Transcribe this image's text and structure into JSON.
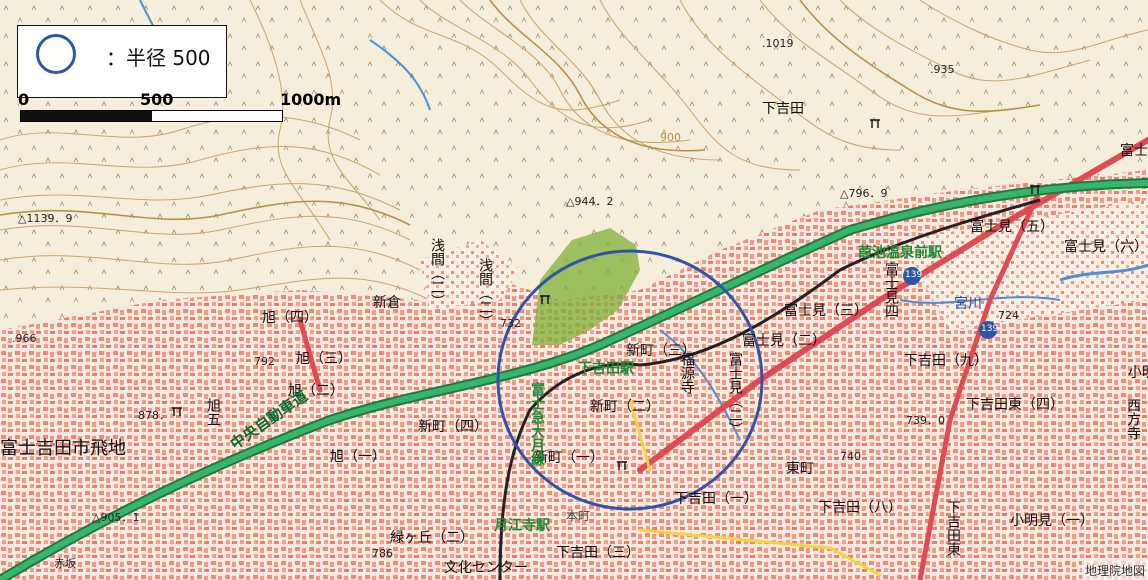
{
  "legend": {
    "text": "：半径 500"
  },
  "scale": {
    "zero": "0",
    "mid": "500",
    "end": "1000m"
  },
  "colors": {
    "buffer_circle": "#2e55a8",
    "highway": "#27a15d",
    "area_fill": "#7fb038",
    "national_road": "#e04a54",
    "contour": "#c9a46a"
  },
  "labels": {
    "shimoyoshida_n": "下吉田",
    "fuji_n": "富士",
    "h1019": ".1019",
    "h935": ".935",
    "h900": "900",
    "h796": "△796．9",
    "h944": "△944．2",
    "h1139": "△1139．9",
    "sengen_ni": "浅間（二）",
    "sengen_san": "浅間（二）",
    "h732": "732",
    "shinkura": "新倉",
    "asahi_yon": "旭（四）",
    "asahi_san": "旭（三）",
    "asahi_ni": "旭（二）",
    "asahi_ichi": "旭（一）",
    "h966": ".966",
    "h792": "792",
    "h878": "878．",
    "asahi_go": "旭五",
    "tobichi": "富士吉田市飛地",
    "chuo_exp": "中央自動車道",
    "shinmachi_san": "新町（三）",
    "shinmachi_ni": "新町（二）",
    "shinmachi_yon": "新町（四）",
    "shinmachi_ichi": "新町（一）",
    "shimoyoshida_st": "下吉田駅",
    "fujikyu": "富士急大月線",
    "fukugenji": "福源寺",
    "fujimi_ni_v": "富士見（二）",
    "fujimi_san": "富士見（三）",
    "fujimi_ni": "富士見（二）",
    "fujimi_go": "富士見（五）",
    "fujimi_roku": "富士見（六）",
    "fujimi_yon_v": "富士見四",
    "hasuike_st": "葭池温泉前駅",
    "miyagawa": "宮川",
    "h724": "724",
    "r139": "139",
    "r139b": "139",
    "shimoyoshida_ku": "下吉田（九）",
    "shimoyoshida_higashi_yon": "下吉田東（四）",
    "kobashi": "小明",
    "nishikata": "西方寺",
    "h739": "739．0",
    "h740": "740",
    "higashimachi": "東町",
    "shimoyoshida_ichi": "下吉田（一）",
    "shimoyoshida_hachi": "下吉田（八）",
    "shimoyoshida_higashi_v": "下吉田東",
    "komyomi": "小明見（一）",
    "gekkoji_st": "月江寺駅",
    "honmachi": "本町",
    "shimoyoshida_san_s": "下吉田（三）",
    "midorigaoka": "緑ヶ丘（二）",
    "bunka": "文化センター",
    "h786": "786",
    "h905": "△905．1",
    "akasaka": "赤坂",
    "copyright": "地理院地図"
  }
}
